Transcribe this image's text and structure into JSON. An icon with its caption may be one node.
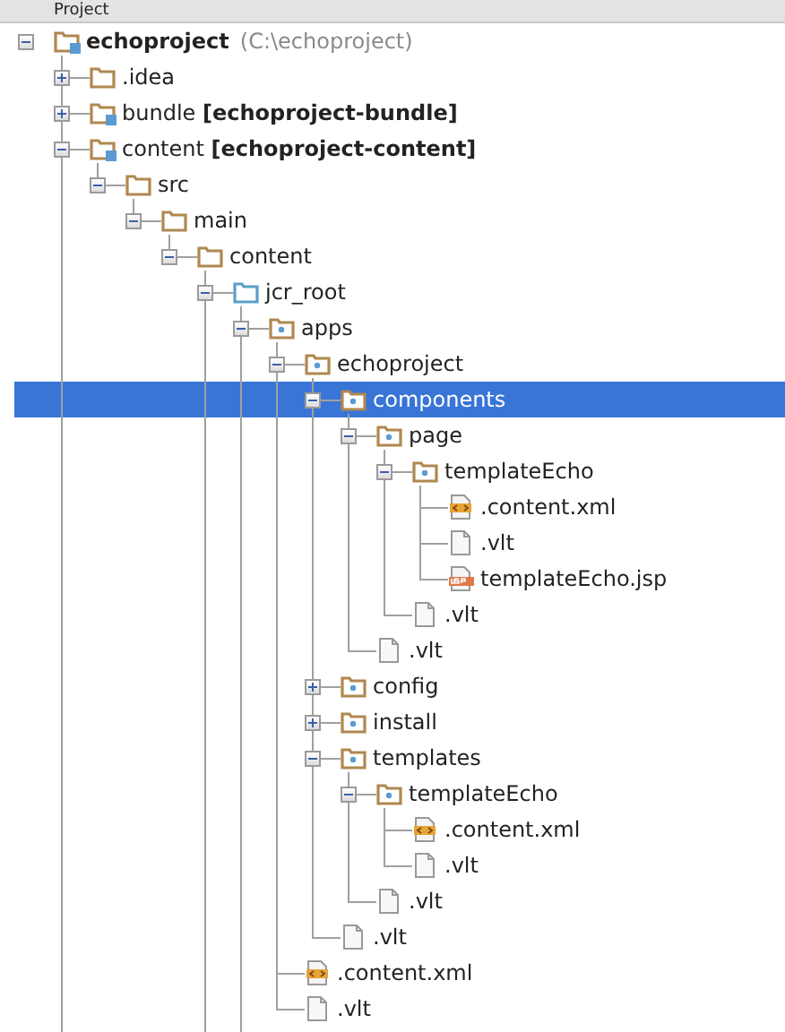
{
  "diagram": {
    "nodes": [
      {
        "text": [
          "echoproject",
          "(C:\\echoproject)"
        ]
      },
      {
        "text": [
          ".idea"
        ]
      },
      {
        "text": [
          "bundle **[echoproject-bundle]**"
        ]
      },
      {
        "text": [
          "content **[echoproject-content]**"
        ]
      },
      {
        "text": [
          "src"
        ]
      },
      {
        "text": [
          "main"
        ]
      },
      {
        "text": [
          "content"
        ]
      },
      {
        "text": [
          "jcr_root"
        ]
      },
      {
        "text": [
          "apps"
        ]
      },
      {
        "text": [
          "echoproject"
        ]
      },
      {
        "text": [
          "components"
        ]
      },
      {
        "text": [
          "page"
        ]
      },
      {
        "text": [
          "templateEcho"
        ]
      },
      {
        "text": [
          ".content.xml"
        ]
      },
      {
        "text": [
          ".vlt"
        ]
      },
      {
        "text": [
          "templateEcho.jsp"
        ]
      },
      {
        "text": [
          ".vlt"
        ]
      },
      {
        "text": [
          ".vlt"
        ]
      },
      {
        "text": [
          "config"
        ]
      },
      {
        "text": [
          "install"
        ]
      },
      {
        "text": [
          "templates"
        ]
      },
      {
        "text": [
          "templateEcho"
        ]
      },
      {
        "text": [
          ".content.xml"
        ]
      },
      {
        "text": [
          ".vlt"
        ]
      },
      {
        "text": [
          ".vlt"
        ]
      },
      {
        "text": [
          ".vlt"
        ]
      },
      {
        "text": [
          ".content.xml"
        ]
      },
      {
        "text": [
          ".vlt"
        ]
      }
    ],
    "edges": [
      {
        "from": 0,
        "to": 1,
        "arrow": "none"
      },
      {
        "from": 0,
        "to": 2,
        "arrow": "none"
      },
      {
        "from": 0,
        "to": 3,
        "arrow": "none"
      },
      {
        "from": 0,
        "to": null,
        "arrow": "none"
      },
      {
        "from": 3,
        "to": 4,
        "arrow": "none"
      },
      {
        "from": 4,
        "to": 5,
        "arrow": "none"
      },
      {
        "from": 5,
        "to": 6,
        "arrow": "none"
      },
      {
        "from": 6,
        "to": 7,
        "arrow": "none"
      },
      {
        "from": 6,
        "to": null,
        "arrow": "none"
      },
      {
        "from": 7,
        "to": 8,
        "arrow": "none"
      },
      {
        "from": 7,
        "to": null,
        "arrow": "none"
      },
      {
        "from": 8,
        "to": 9,
        "arrow": "none"
      },
      {
        "from": 8,
        "to": 26,
        "arrow": "none"
      },
      {
        "from": 8,
        "to": 27,
        "arrow": "none"
      },
      {
        "from": 9,
        "to": 10,
        "arrow": "none"
      },
      {
        "from": 9,
        "to": 18,
        "arrow": "none"
      },
      {
        "from": 9,
        "to": 19,
        "arrow": "none"
      },
      {
        "from": 9,
        "to": 20,
        "arrow": "none"
      },
      {
        "from": 9,
        "to": 25,
        "arrow": "none"
      },
      {
        "from": 10,
        "to": 11,
        "arrow": "none"
      },
      {
        "from": 10,
        "to": 17,
        "arrow": "none"
      },
      {
        "from": 11,
        "to": 12,
        "arrow": "none"
      },
      {
        "from": 11,
        "to": 16,
        "arrow": "none"
      },
      {
        "from": 12,
        "to": 13,
        "arrow": "none"
      },
      {
        "from": 12,
        "to": 14,
        "arrow": "none"
      },
      {
        "from": 12,
        "to": 15,
        "arrow": "none"
      },
      {
        "from": 20,
        "to": 21,
        "arrow": "none"
      },
      {
        "from": 20,
        "to": 24,
        "arrow": "none"
      },
      {
        "from": 21,
        "to": 22,
        "arrow": "none"
      },
      {
        "from": 21,
        "to": 23,
        "arrow": "none"
      }
    ],
    "labels": [
      "Project"
    ]
  }
}
